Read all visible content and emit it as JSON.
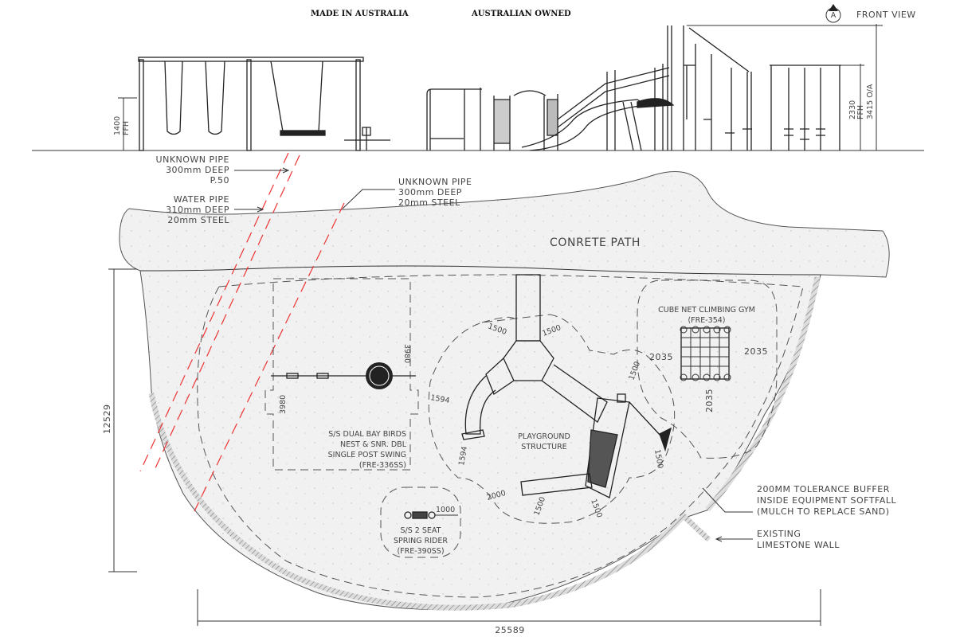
{
  "header": {
    "made_in": "MADE IN AUSTRALIA",
    "owned": "AUSTRALIAN OWNED",
    "view_marker": "A",
    "view_title": "FRONT VIEW"
  },
  "elevation": {
    "swing_height": "1400",
    "swing_height_ref": "FFH",
    "structure_height": "2330",
    "structure_height_ref": "FFH",
    "overall_height": "3415 O/A"
  },
  "pipes": [
    {
      "lines": [
        "UNKNOWN PIPE",
        "300mm DEEP",
        "P.50"
      ]
    },
    {
      "lines": [
        "WATER PIPE",
        "310mm DEEP",
        "20mm STEEL"
      ]
    },
    {
      "lines": [
        "UNKNOWN PIPE",
        "300mm DEEP",
        "20mm STEEL"
      ]
    }
  ],
  "plan": {
    "path_label": "CONRETE PATH",
    "swing": {
      "lines": [
        "S/S DUAL BAY BIRDS",
        "NEST & SNR. DBL",
        "SINGLE POST SWING",
        "(FRE-336SS)"
      ],
      "dim_a": "3980",
      "dim_b": "3980"
    },
    "structure": {
      "lines": [
        "PLAYGROUND",
        "STRUCTURE"
      ],
      "dims": [
        "1500",
        "1500",
        "1594",
        "1594",
        "2000",
        "1500",
        "1500",
        "1500",
        "1500"
      ]
    },
    "cube": {
      "lines": [
        "CUBE NET CLIMBING GYM",
        "(FRE-354)"
      ],
      "dims": [
        "2035",
        "2035",
        "2035"
      ]
    },
    "rider": {
      "lines": [
        "S/S 2 SEAT",
        "SPRING RIDER",
        "(FRE-390SS)"
      ],
      "dim": "1000"
    },
    "buffer_note": [
      "200MM TOLERANCE BUFFER",
      "INSIDE EQUIPMENT SOFTFALL",
      "(MULCH TO REPLACE SAND)"
    ],
    "wall_note": [
      "EXISTING",
      "LIMESTONE WALL"
    ],
    "overall_depth": "12529",
    "overall_width": "25589"
  },
  "colors": {
    "pipe": "#ee3333",
    "surface": "#f0f0f0",
    "line": "#333333"
  }
}
